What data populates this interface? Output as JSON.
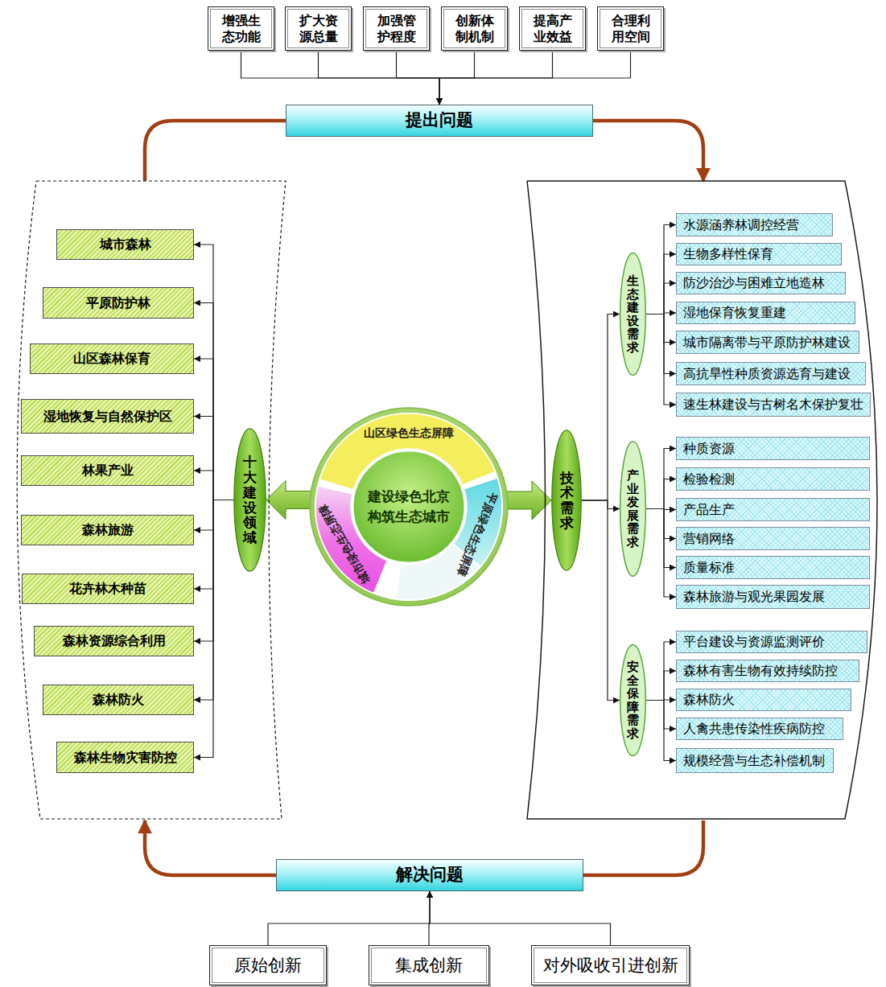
{
  "diagram": {
    "nodes": [
      {
        "text": [
          "增强生 态功能"
        ]
      },
      {
        "text": [
          "扩大资 源总量"
        ]
      },
      {
        "text": [
          "加强管 护程度"
        ]
      },
      {
        "text": [
          "创新体 制机制"
        ]
      },
      {
        "text": [
          "提高产 业效益"
        ]
      },
      {
        "text": [
          "合理利 用空间"
        ]
      },
      {
        "text": [
          "提出问题"
        ]
      },
      {
        "text": []
      },
      {
        "text": [
          "十大建设领域"
        ],
        "in": 7
      },
      {
        "text": [
          "城市森林"
        ],
        "in": 7
      },
      {
        "text": [
          "平原防护林"
        ],
        "in": 7
      },
      {
        "text": [
          "山区森林保育"
        ],
        "in": 7
      },
      {
        "text": [
          "湿地恢复与自然保护区"
        ],
        "in": 7
      },
      {
        "text": [
          "林果产业"
        ],
        "in": 7
      },
      {
        "text": [
          "森林旅游"
        ],
        "in": 7
      },
      {
        "text": [
          "花卉林木种苗"
        ],
        "in": 7
      },
      {
        "text": [
          "森林资源综合利用"
        ],
        "in": 7
      },
      {
        "text": [
          "森林防火"
        ],
        "in": 7
      },
      {
        "text": [
          "森林生物灾害防控"
        ],
        "in": 7
      },
      {
        "text": [
          "建设绿色北京 构筑生态城市"
        ]
      },
      {
        "text": [
          "山区绿色生态屏障"
        ],
        "in": 19
      },
      {
        "text": [
          "平原绿色生态屏障"
        ],
        "in": 19
      },
      {
        "text": [
          "城市绿色生态屏障"
        ],
        "in": 19
      },
      {
        "text": []
      },
      {
        "text": [
          "技术需求"
        ],
        "in": 23
      },
      {
        "text": [
          "生态建设需求"
        ],
        "in": 23
      },
      {
        "text": [
          "水源涵养林调控经营"
        ],
        "in": 23
      },
      {
        "text": [
          "生物多样性保育"
        ],
        "in": 23
      },
      {
        "text": [
          "防沙治沙与困难立地造林"
        ],
        "in": 23
      },
      {
        "text": [
          "湿地保育恢复重建"
        ],
        "in": 23
      },
      {
        "text": [
          "城市隔离带与平原防护林建设"
        ],
        "in": 23
      },
      {
        "text": [
          "高抗旱性种质资源选育与建设"
        ],
        "in": 23
      },
      {
        "text": [
          "速生林建设与古树名木保护复壮"
        ],
        "in": 23
      },
      {
        "text": [
          "产业发展需求"
        ],
        "in": 23
      },
      {
        "text": [
          "种质资源"
        ],
        "in": 23
      },
      {
        "text": [
          "检验检测"
        ],
        "in": 23
      },
      {
        "text": [
          "产品生产"
        ],
        "in": 23
      },
      {
        "text": [
          "营销网络"
        ],
        "in": 23
      },
      {
        "text": [
          "质量标准"
        ],
        "in": 23
      },
      {
        "text": [
          "森林旅游与观光果园发展"
        ],
        "in": 23
      },
      {
        "text": [
          "安全保障需求"
        ],
        "in": 23
      },
      {
        "text": [
          "平台建设与资源监测评价"
        ],
        "in": 23
      },
      {
        "text": [
          "森林有害生物有效持续防控"
        ],
        "in": 23
      },
      {
        "text": [
          "森林防火"
        ],
        "in": 23
      },
      {
        "text": [
          "人禽共患传染性疾病防控"
        ],
        "in": 23
      },
      {
        "text": [
          "规模经营与生态补偿机制"
        ],
        "in": 23
      },
      {
        "text": [
          "解决问题"
        ]
      },
      {
        "text": [
          "原始创新"
        ]
      },
      {
        "text": [
          "集成创新"
        ]
      },
      {
        "text": [
          "对外吸收引进创新"
        ]
      }
    ],
    "edges": [
      {
        "from": 0,
        "to": 6,
        "arrow": "to"
      },
      {
        "from": 1,
        "to": 6,
        "arrow": "to"
      },
      {
        "from": 2,
        "to": 6,
        "arrow": "to"
      },
      {
        "from": 3,
        "to": 6,
        "arrow": "to"
      },
      {
        "from": 4,
        "to": 6,
        "arrow": "to"
      },
      {
        "from": 5,
        "to": 6,
        "arrow": "to"
      },
      {
        "from": 6,
        "to": 23,
        "arrow": "to"
      },
      {
        "from": 7,
        "to": 6,
        "arrow": "none"
      },
      {
        "from": 19,
        "to": 8,
        "arrow": "to"
      },
      {
        "from": 19,
        "to": 24,
        "arrow": "to"
      },
      {
        "from": 8,
        "to": 9,
        "arrow": "to"
      },
      {
        "from": 8,
        "to": 10,
        "arrow": "to"
      },
      {
        "from": 8,
        "to": 11,
        "arrow": "to"
      },
      {
        "from": 8,
        "to": 12,
        "arrow": "to"
      },
      {
        "from": 8,
        "to": 13,
        "arrow": "to"
      },
      {
        "from": 8,
        "to": 14,
        "arrow": "to"
      },
      {
        "from": 8,
        "to": 15,
        "arrow": "to"
      },
      {
        "from": 8,
        "to": 16,
        "arrow": "to"
      },
      {
        "from": 8,
        "to": 17,
        "arrow": "to"
      },
      {
        "from": 8,
        "to": 18,
        "arrow": "to"
      },
      {
        "from": 24,
        "to": 25,
        "arrow": "to"
      },
      {
        "from": 24,
        "to": 33,
        "arrow": "to"
      },
      {
        "from": 24,
        "to": 40,
        "arrow": "to"
      },
      {
        "from": 25,
        "to": 26,
        "arrow": "to"
      },
      {
        "from": 25,
        "to": 27,
        "arrow": "to"
      },
      {
        "from": 25,
        "to": 28,
        "arrow": "to"
      },
      {
        "from": 25,
        "to": 29,
        "arrow": "to"
      },
      {
        "from": 25,
        "to": 30,
        "arrow": "to"
      },
      {
        "from": 25,
        "to": 31,
        "arrow": "to"
      },
      {
        "from": 25,
        "to": 32,
        "arrow": "to"
      },
      {
        "from": 33,
        "to": 34,
        "arrow": "to"
      },
      {
        "from": 33,
        "to": 35,
        "arrow": "to"
      },
      {
        "from": 33,
        "to": 36,
        "arrow": "to"
      },
      {
        "from": 33,
        "to": 37,
        "arrow": "to"
      },
      {
        "from": 33,
        "to": 38,
        "arrow": "to"
      },
      {
        "from": 33,
        "to": 39,
        "arrow": "to"
      },
      {
        "from": 40,
        "to": 41,
        "arrow": "to"
      },
      {
        "from": 40,
        "to": 42,
        "arrow": "to"
      },
      {
        "from": 40,
        "to": 43,
        "arrow": "to"
      },
      {
        "from": 40,
        "to": 44,
        "arrow": "to"
      },
      {
        "from": 40,
        "to": 45,
        "arrow": "to"
      },
      {
        "from": 23,
        "to": 46,
        "arrow": "none"
      },
      {
        "from": 46,
        "to": 7,
        "arrow": "to"
      },
      {
        "from": 47,
        "to": 46,
        "arrow": "to"
      },
      {
        "from": 48,
        "to": 46,
        "arrow": "to"
      },
      {
        "from": 49,
        "to": 46,
        "arrow": "to"
      }
    ]
  }
}
